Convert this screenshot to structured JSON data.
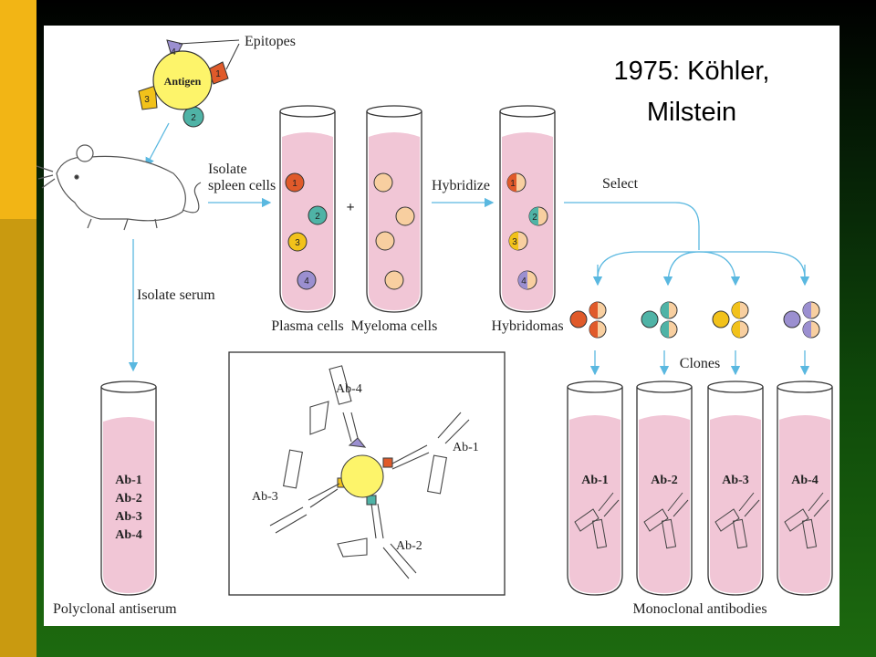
{
  "slide": {
    "title_line1": "1975: Köhler,",
    "title_line2": "Milstein"
  },
  "diagram": {
    "epitopes": "Epitopes",
    "antigen": "Antigen",
    "epitope_numbers": [
      "1",
      "2",
      "3",
      "4"
    ],
    "isolate_spleen_line1": "Isolate",
    "isolate_spleen_line2": "spleen cells",
    "plus": "+",
    "hybridize": "Hybridize",
    "select": "Select",
    "isolate_serum": "Isolate serum",
    "plasma_cells": "Plasma cells",
    "myeloma_cells": "Myeloma cells",
    "hybridomas": "Hybridomas",
    "clones": "Clones",
    "polyclonal_antiserum": "Polyclonal antiserum",
    "monoclonal_antibodies": "Monoclonal antibodies",
    "polyclonal_tube_antibodies": [
      "Ab-1",
      "Ab-2",
      "Ab-3",
      "Ab-4"
    ],
    "inset_antibodies": [
      "Ab-4",
      "Ab-1",
      "Ab-3",
      "Ab-2"
    ],
    "monoclonal_tubes": [
      "Ab-1",
      "Ab-2",
      "Ab-3",
      "Ab-4"
    ],
    "colors": {
      "epitope_1": "#e05a2a",
      "epitope_2": "#4fb3a6",
      "epitope_3": "#f2c21b",
      "epitope_4": "#9b8fd0",
      "antigen": "#fdf46a",
      "myeloma": "#f8cfa0",
      "tube_fill": "#f1c6d6",
      "arrow": "#5ab8e0"
    }
  }
}
